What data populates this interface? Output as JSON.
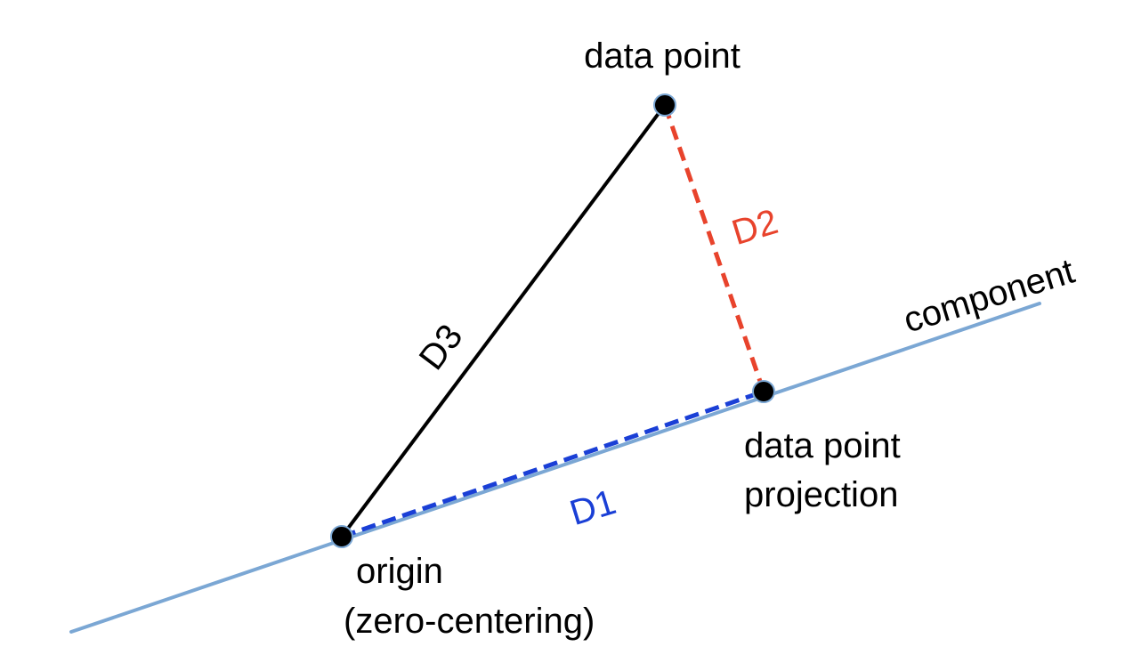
{
  "labels": {
    "data_point": "data point",
    "component": "component",
    "d1": "D1",
    "d2": "D2",
    "d3": "D3",
    "projection_line1": "data point",
    "projection_line2": "projection",
    "origin_line1": "origin",
    "origin_line2": "(zero-centering)"
  },
  "colors": {
    "component_line": "#7ba7d4",
    "d1": "#1a3fd6",
    "d2": "#e8432c",
    "d3": "#000000",
    "point_fill": "#000000",
    "point_outline": "#7ba7d4"
  }
}
